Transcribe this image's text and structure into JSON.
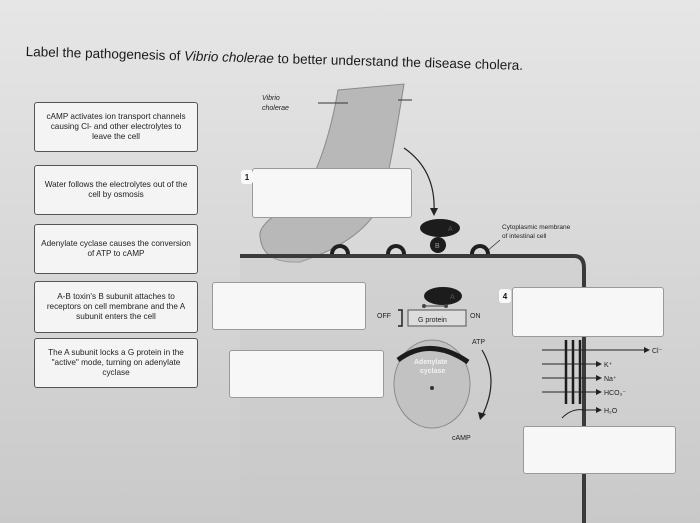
{
  "title": {
    "prefix": "Label the pathogenesis of ",
    "organism": "Vibrio cholerae",
    "suffix": " to better understand the disease cholera."
  },
  "labels": [
    "cAMP activates ion transport channels causing Cl- and other electrolytes to leave the cell",
    "Water follows the electrolytes out of the cell by osmosis",
    "Adenylate cyclase causes the conversion of ATP to cAMP",
    "A-B toxin's B subunit attaches to receptors on cell membrane and the A subunit enters the cell",
    "The A subunit locks a G protein in the \"active\" mode, turning on adenylate cyclase"
  ],
  "steps": [
    "1",
    "4"
  ],
  "diagram": {
    "vibrio_label_1": "Vibrio",
    "vibrio_label_2": "cholerae",
    "membrane_label_1": "Cytoplasmic membrane",
    "membrane_label_2": "of intestinal cell",
    "subunit_a": "A",
    "subunit_b": "B",
    "off": "OFF",
    "on": "ON",
    "g_protein": "G protein",
    "atp": "ATP",
    "adenylate_1": "Adenylate",
    "adenylate_2": "cyclase",
    "camp": "cAMP",
    "ion_cl": "Cl⁻",
    "ion_k": "K⁺",
    "ion_na": "Na⁺",
    "ion_hco3": "HCO₃⁻",
    "ion_h2o": "H₂O"
  },
  "colors": {
    "toxin": "#1c1c1c",
    "membrane": "#3a3a3a",
    "bacterium": "#b8b8b8",
    "cell_fill": "#c4c4c4"
  }
}
